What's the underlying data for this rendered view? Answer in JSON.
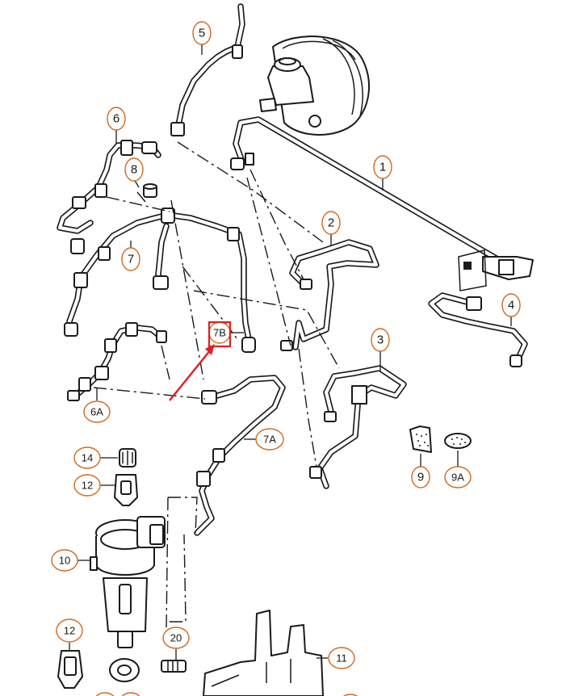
{
  "diagram": {
    "callouts": {
      "c1": "1",
      "c2": "2",
      "c3": "3",
      "c4": "4",
      "c5": "5",
      "c6": "6",
      "c6A": "6A",
      "c7": "7",
      "c7A": "7A",
      "c7B": "7B",
      "c8": "8",
      "c9": "9",
      "c9A": "9A",
      "c10": "10",
      "c11": "11",
      "c12a": "12",
      "c12b": "12",
      "c14": "14",
      "c20": "20"
    },
    "colors": {
      "callout_ring": "#d2691e",
      "highlight": "#e02020",
      "ink": "#1a1a1a"
    }
  }
}
